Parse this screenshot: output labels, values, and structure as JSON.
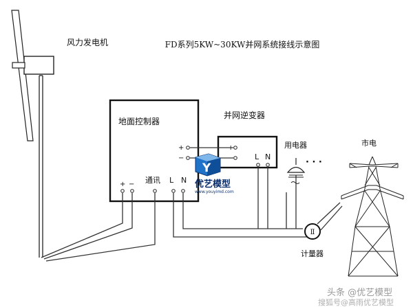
{
  "diagram": {
    "title": "FD系列5KW~30KW并网系统接线示意图",
    "labels": {
      "wind_turbine": "风力发电机",
      "ground_controller": "地面控制器",
      "grid_inverter": "并网逆变器",
      "appliance": "用电器",
      "utility_grid": "市电",
      "meter": "计量器",
      "meter_symbol": "Ⅱ",
      "ellipsis": "·  ·  ·"
    },
    "controller_terminals": {
      "plus": "+",
      "minus": "−",
      "comm": "通讯",
      "L": "L",
      "N": "N"
    },
    "inverter_terminals": {
      "plus": "+",
      "minus": "−",
      "L": "L",
      "N": "N"
    },
    "logo": {
      "name": "优艺模型",
      "url": "www.youyimd.com"
    },
    "watermark": {
      "line1": "头条 @优艺模型",
      "line2": "搜狐号@高雨优艺模型"
    },
    "colors": {
      "line": "#111111",
      "logo_blue": "#1f73c8",
      "logo_dark": "#0a2e6b"
    }
  }
}
